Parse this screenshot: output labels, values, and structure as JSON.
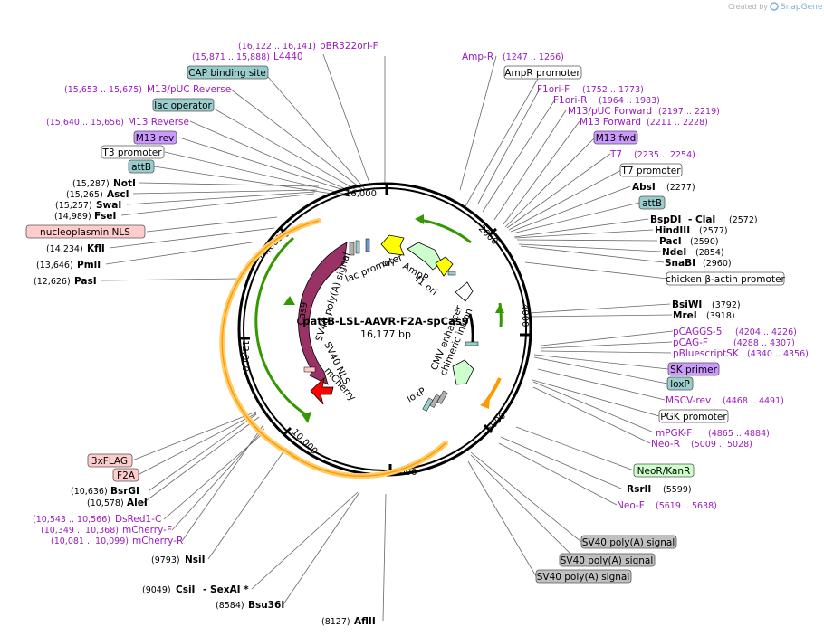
{
  "watermark": {
    "text": "Created by",
    "brand": "SnapGene"
  },
  "plasmid": {
    "name": "pattB-LSL-AAVR-F2A-spCas9",
    "size_text": "16,177 bp",
    "length_bp": 16177
  },
  "ticks": [
    "2000",
    "4000",
    "6000",
    "8000",
    "10,000",
    "12,000",
    "14,000",
    "16,000"
  ],
  "sites": [
    {
      "name": "AbsI",
      "pos": "(2277)"
    },
    {
      "name": "BspDI",
      "extra": "- ClaI",
      "pos": "(2572)"
    },
    {
      "name": "HindIII",
      "pos": "(2577)"
    },
    {
      "name": "PacI",
      "pos": "(2590)"
    },
    {
      "name": "NdeI",
      "pos": "(2854)"
    },
    {
      "name": "SnaBI",
      "pos": "(2960)"
    },
    {
      "name": "BsiWI",
      "pos": "(3792)"
    },
    {
      "name": "MreI",
      "pos": "(3918)"
    },
    {
      "name": "RsrII",
      "pos": "(5599)"
    },
    {
      "name": "AflII",
      "pos": "(8127)"
    },
    {
      "name": "Bsu36I",
      "pos": "(8584)"
    },
    {
      "name": "CsiI",
      "extra": "- SexAI *",
      "pos": "(9049)"
    },
    {
      "name": "NsiI",
      "pos": "(9793)"
    },
    {
      "name": "AleI",
      "pos": "(10,578)"
    },
    {
      "name": "BsrGI",
      "pos": "(10,636)"
    },
    {
      "name": "PasI",
      "pos": "(12,626)"
    },
    {
      "name": "PmlI",
      "pos": "(13,646)"
    },
    {
      "name": "KflI",
      "pos": "(14,234)"
    },
    {
      "name": "FseI",
      "pos": "(14,989)"
    },
    {
      "name": "SwaI",
      "pos": "(15,257)"
    },
    {
      "name": "AscI",
      "pos": "(15,265)"
    },
    {
      "name": "NotI",
      "pos": "(15,287)"
    }
  ],
  "primers": [
    {
      "name": "pBR322ori-F",
      "pos": "(16,122 .. 16,141)"
    },
    {
      "name": "L4440",
      "pos": "(15,871 .. 15,888)"
    },
    {
      "name": "M13/pUC Reverse",
      "pos": "(15,653 .. 15,675)"
    },
    {
      "name": "M13 Reverse",
      "pos": "(15,640 .. 15,656)"
    },
    {
      "name": "Amp-R",
      "pos": "(1247 .. 1266)"
    },
    {
      "name": "F1ori-F",
      "pos": "(1752 .. 1773)"
    },
    {
      "name": "F1ori-R",
      "pos": "(1964 .. 1983)"
    },
    {
      "name": "M13/pUC Forward",
      "pos": "(2197 .. 2219)"
    },
    {
      "name": "M13 Forward",
      "pos": "(2211 .. 2228)"
    },
    {
      "name": "T7",
      "pos": "(2235 .. 2254)"
    },
    {
      "name": "pCAGGS-5",
      "pos": "(4204 .. 4226)"
    },
    {
      "name": "pCAG-F",
      "pos": "(4288 .. 4307)"
    },
    {
      "name": "pBluescriptSK",
      "pos": "(4340 .. 4356)"
    },
    {
      "name": "MSCV-rev",
      "pos": "(4468 .. 4491)"
    },
    {
      "name": "mPGK-F",
      "pos": "(4865 .. 4884)"
    },
    {
      "name": "Neo-R",
      "pos": "(5009 .. 5028)"
    },
    {
      "name": "Neo-F",
      "pos": "(5619 .. 5638)"
    },
    {
      "name": "DsRed1-C",
      "pos": "(10,543 .. 10,566)"
    },
    {
      "name": "mCherry-F",
      "pos": "(10,349 .. 10,368)"
    },
    {
      "name": "mCherry-R",
      "pos": "(10,081 .. 10,099)"
    }
  ],
  "boxes": [
    {
      "text": "CAP binding site",
      "kind": "protein_bind"
    },
    {
      "text": "lac operator",
      "kind": "protein_bind"
    },
    {
      "text": "M13 rev",
      "kind": "primer_bind"
    },
    {
      "text": "T3 promoter",
      "kind": "promoter"
    },
    {
      "text": "attB",
      "kind": "protein_bind"
    },
    {
      "text": "nucleoplasmin NLS",
      "kind": "misc"
    },
    {
      "text": "AmpR promoter",
      "kind": "promoter"
    },
    {
      "text": "M13 fwd",
      "kind": "primer_bind"
    },
    {
      "text": "T7 promoter",
      "kind": "promoter"
    },
    {
      "text": "attB",
      "kind": "protein_bind"
    },
    {
      "text": "chicken β-actin promoter",
      "kind": "promoter"
    },
    {
      "text": "SK primer",
      "kind": "primer_bind"
    },
    {
      "text": "loxP",
      "kind": "protein_bind"
    },
    {
      "text": "PGK promoter",
      "kind": "promoter"
    },
    {
      "text": "NeoR/KanR",
      "kind": "cds"
    },
    {
      "text": "SV40 poly(A) signal",
      "kind": "terminator"
    },
    {
      "text": "SV40 poly(A) signal",
      "kind": "terminator"
    },
    {
      "text": "SV40 poly(A) signal",
      "kind": "terminator"
    },
    {
      "text": "3xFLAG",
      "kind": "misc"
    },
    {
      "text": "F2A",
      "kind": "misc"
    }
  ],
  "inner_labels": {
    "sv40_polya": "SV40 poly(A) signal",
    "ori": "ori",
    "lac_promoter": "lac promoter",
    "ampr": "AmpR",
    "f1_ori": "f1 ori",
    "cas9": "Cas9",
    "cmv_enhancer": "CMV enhancer",
    "chimeric_intron": "chimeric intron",
    "sv40_nls": "SV40 NLS",
    "mcherry": "mCherry",
    "loxp": "loxP"
  },
  "colors": {
    "cas9": "#993366",
    "mcherry": "#ff0000",
    "ori": "#ffff00",
    "ampr": "#ccffcc",
    "f1_ori": "#ffff00",
    "arc_green": "#339900",
    "arc_orange": "#ff9900",
    "arc_gold": "#ffcc66",
    "protein_bind_box": "#99cccc",
    "primer_bind_box": "#cc99ff",
    "misc_box": "#ffcccc",
    "cds_box": "#ccffcc",
    "terminator_box": "#c0c0c0",
    "promoter_box": "#ffffff",
    "primer_text": "#9a1bbf"
  }
}
